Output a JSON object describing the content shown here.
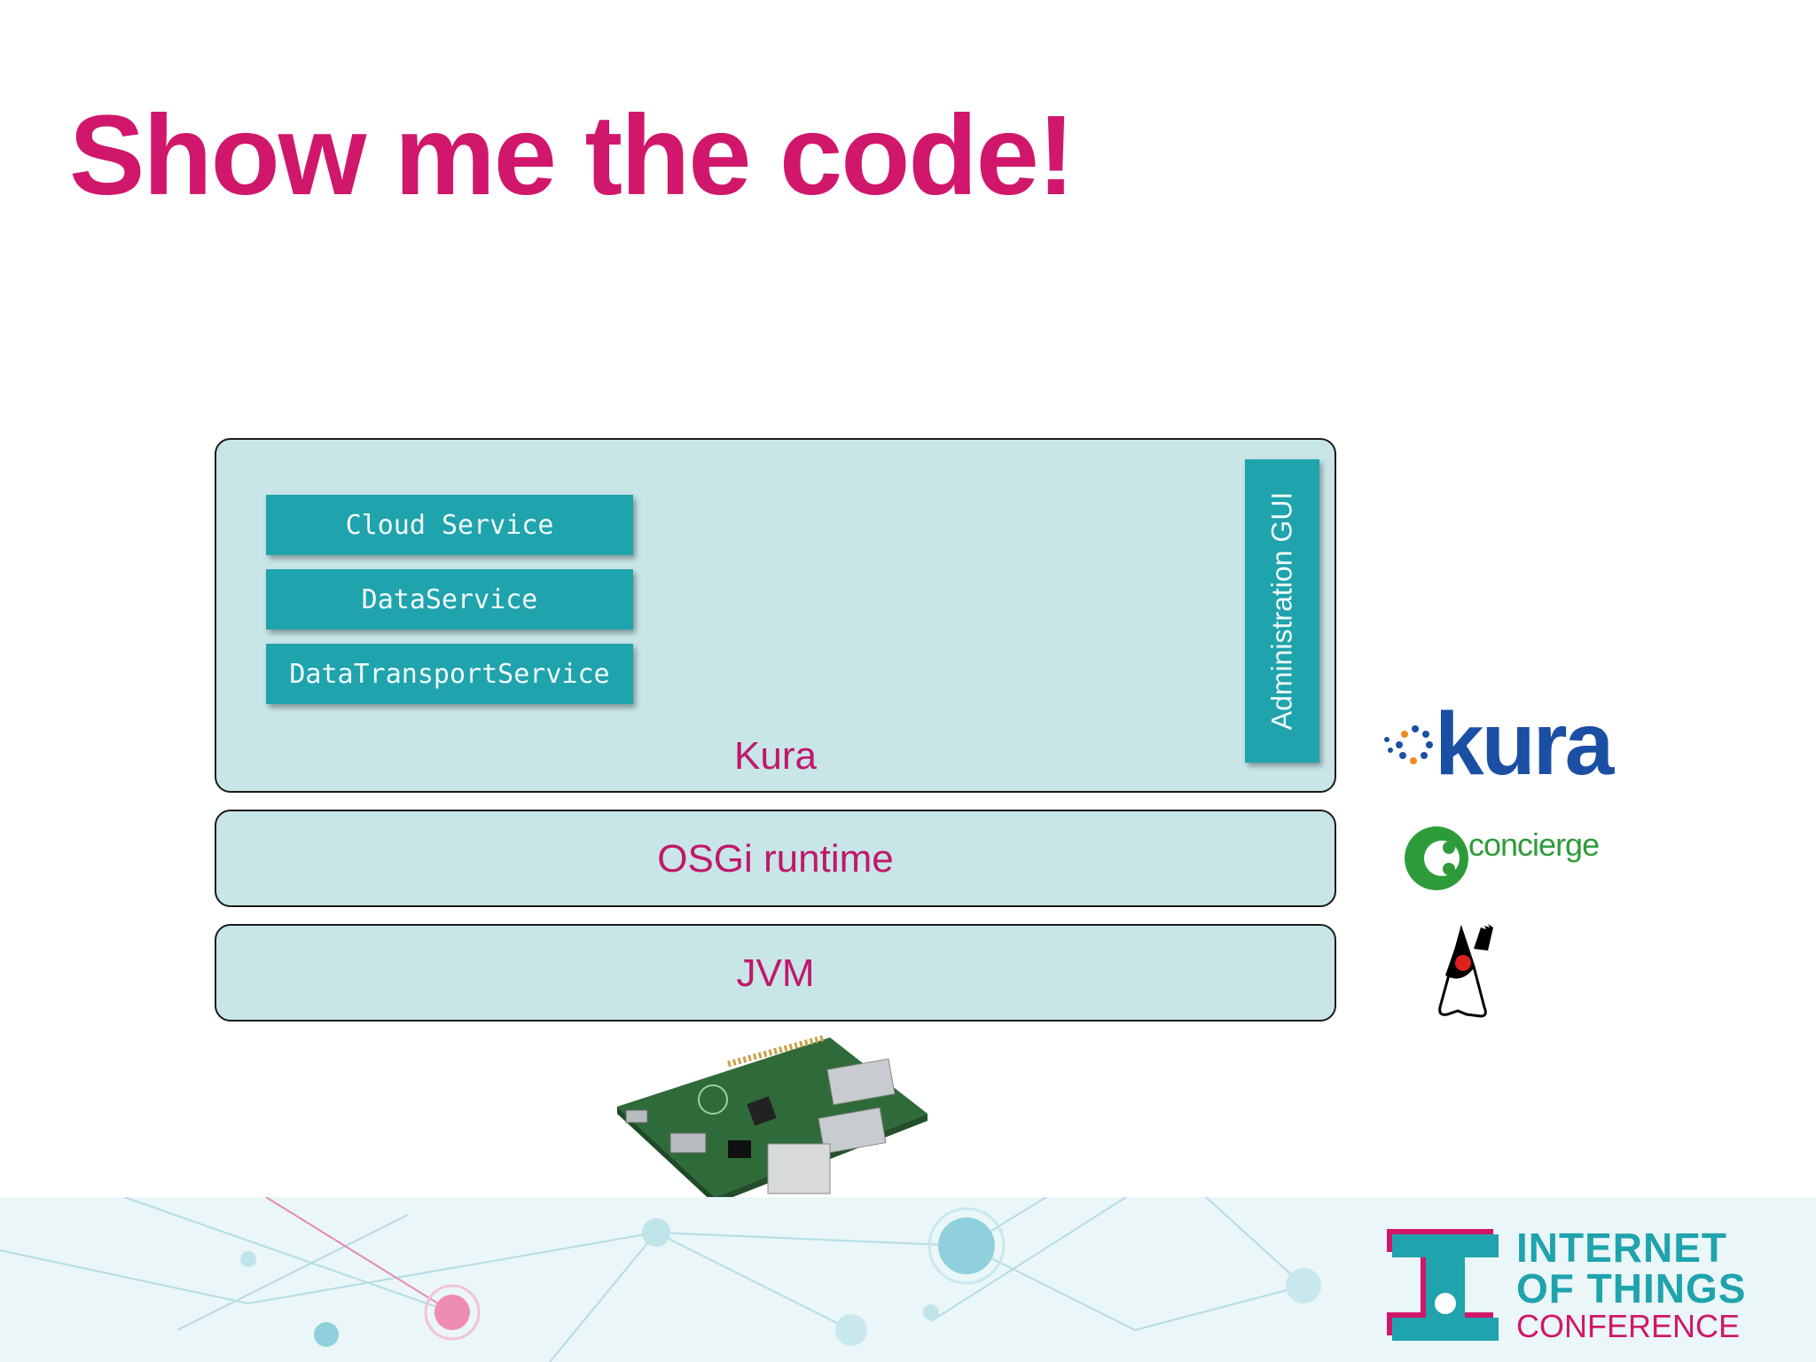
{
  "slide": {
    "title": "Show me the code!"
  },
  "diagram": {
    "layers": {
      "kura": "Kura",
      "osgi": "OSGi runtime",
      "jvm": "JVM"
    },
    "services": [
      "Cloud Service",
      "DataService",
      "DataTransportService"
    ],
    "admin_gui": "Administration GUI"
  },
  "logos": {
    "kura": "kura",
    "concierge": "concierge"
  },
  "footer": {
    "line1": "INTERNET",
    "line2": "OF THINGS",
    "line3": "CONFERENCE"
  },
  "colors": {
    "title": "#d0176b",
    "layer_fill": "#c8e6e8",
    "service_fill": "#1fa3ad",
    "kura_logo": "#1b4fa3",
    "concierge_green": "#2e9b3a",
    "iot_teal": "#1fa3ad",
    "iot_magenta": "#d0176b"
  },
  "icons": {
    "kura_logo": "kura-dots-logo",
    "concierge_logo": "concierge-c-logo",
    "java_mascot": "duke-icon",
    "board": "raspberry-pi-board",
    "iot_logo": "iot-conference-logo"
  }
}
